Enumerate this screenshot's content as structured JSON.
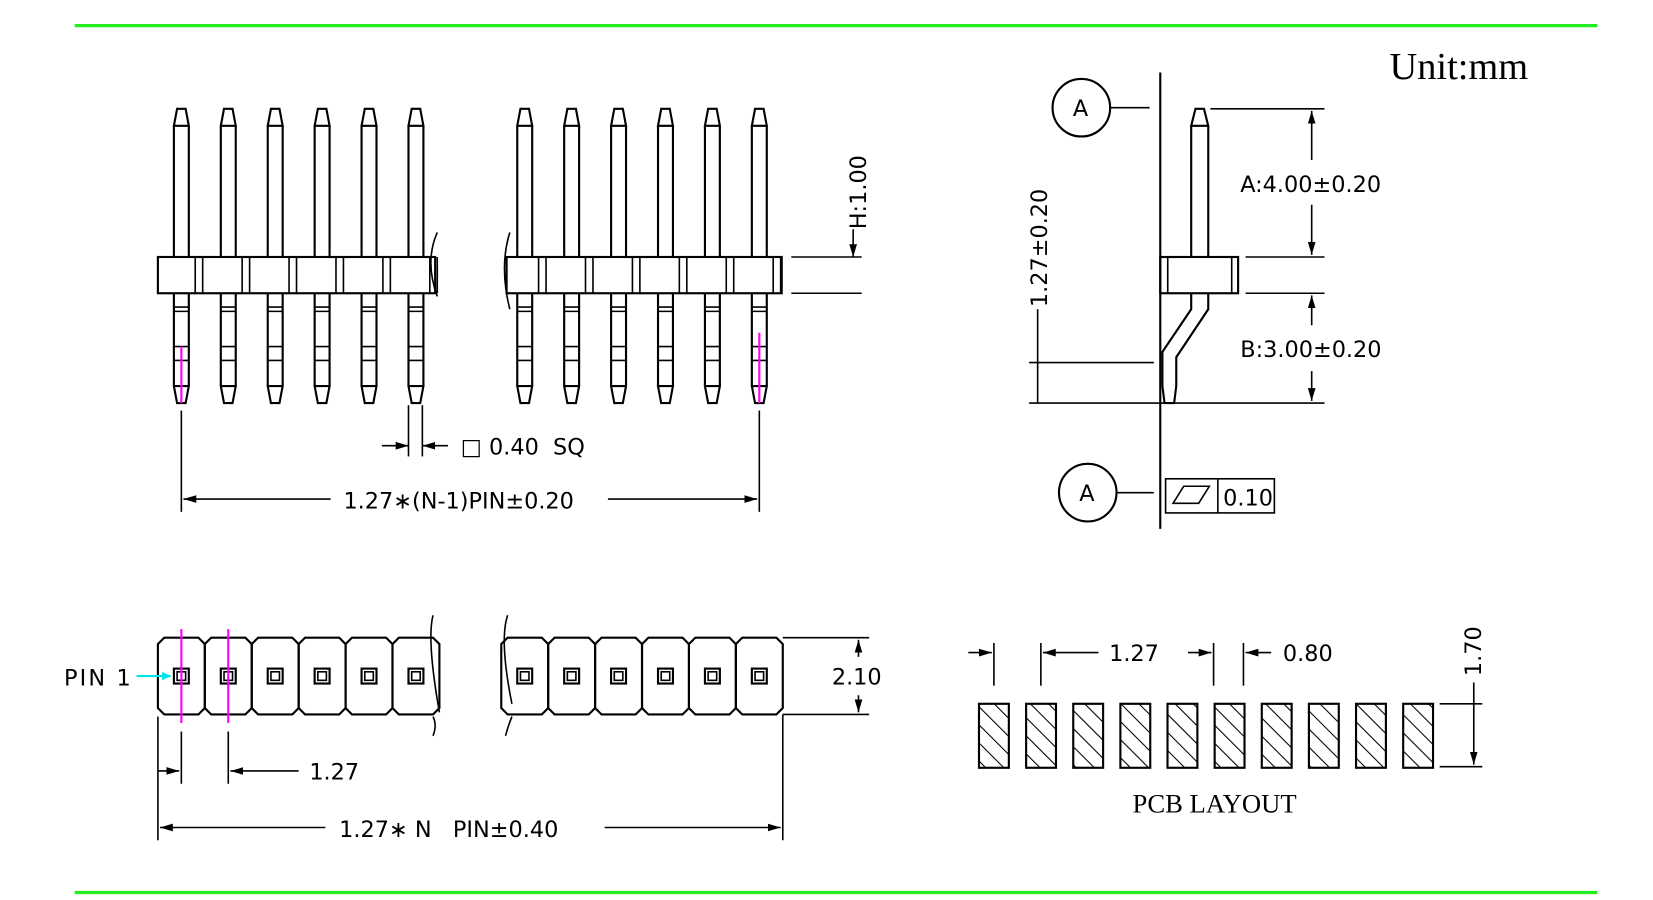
{
  "colors": {
    "border_line": "#22ee22",
    "pin1_marker": "#ff00ff",
    "pin1_arrow": "#00e5ee",
    "ink": "#000000"
  },
  "unit_label": "Unit:mm",
  "front_view": {
    "pin_square": "□ 0.40  SQ",
    "pitch_total": "1.27∗(N-1)PIN±0.20",
    "height_label": "H:1.00"
  },
  "side_view": {
    "datum_top": "A",
    "datum_bottom": "A",
    "offset_label": "1.27±0.20",
    "dim_a": "A:4.00±0.20",
    "dim_b": "B:3.00±0.20",
    "flatness_value": "0.10"
  },
  "top_view": {
    "pin1_label": "PIN 1",
    "pitch": "1.27",
    "width": "2.10",
    "total_length": "1.27∗ N   PIN±0.40"
  },
  "pcb_layout": {
    "pitch": "1.27",
    "pad_width": "0.80",
    "pad_height": "1.70",
    "title": "PCB LAYOUT",
    "pad_count": 10
  }
}
